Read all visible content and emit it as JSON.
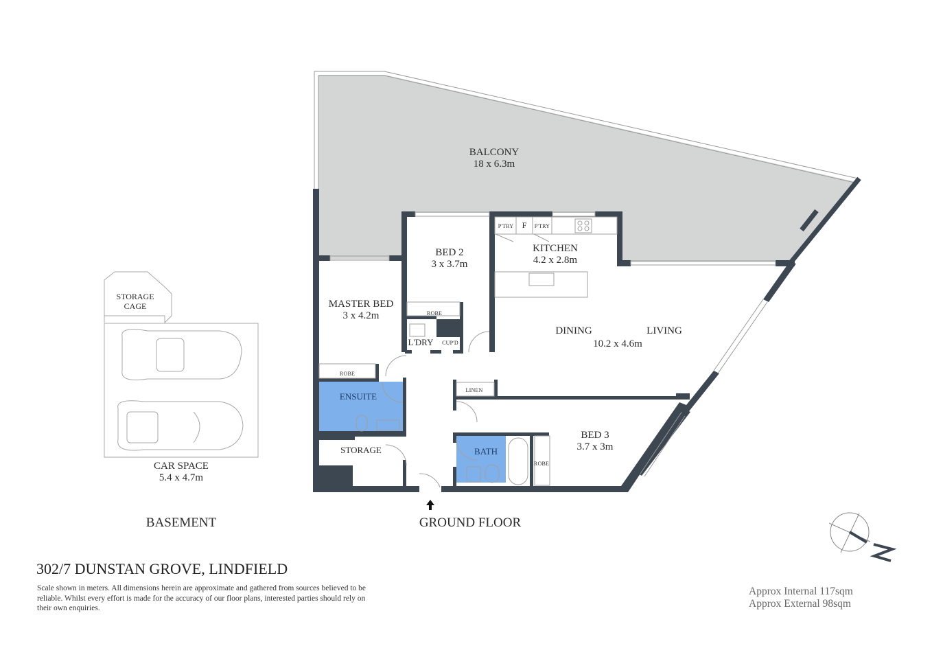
{
  "property": {
    "address": "302/7 DUNSTAN GROVE, LINDFIELD",
    "disclaimer": "Scale shown in meters. All dimensions herein are approximate and gathered from sources believed to be  reliable. Whilst every effort is made for the accuracy of our floor plans, interested parties should rely on their own enquiries.",
    "area_internal": "Approx Internal 117sqm",
    "area_external": "Approx External 98sqm"
  },
  "floors": {
    "basement": {
      "label": "BASEMENT",
      "rooms": [
        {
          "name": "STORAGE",
          "name2": "CAGE"
        },
        {
          "name": "CAR SPACE",
          "size": "5.4 x 4.7m"
        }
      ]
    },
    "ground": {
      "label": "GROUND FLOOR",
      "rooms": {
        "balcony": {
          "name": "BALCONY",
          "size": "18 x 6.3m"
        },
        "bed2": {
          "name": "BED 2",
          "size": "3 x 3.7m"
        },
        "kitchen": {
          "name": "KITCHEN",
          "size": "4.2 x 2.8m"
        },
        "master": {
          "name": "MASTER BED",
          "size": "3 x 4.2m"
        },
        "dining": {
          "name": "DINING"
        },
        "living": {
          "name": "LIVING",
          "size": "10.2 x 4.6m"
        },
        "ensuite": {
          "name": "ENSUITE"
        },
        "storage": {
          "name": "STORAGE"
        },
        "bath": {
          "name": "BATH"
        },
        "bed3": {
          "name": "BED 3",
          "size": "3.7 x 3m"
        }
      },
      "fixtures": {
        "pantry1": "P'TRY",
        "fridge": "F",
        "pantry2": "P'TRY",
        "robe_bed2": "ROBE",
        "robe_master": "ROBE",
        "robe_bed3": "ROBE",
        "laundry": "L'DRY",
        "cupboard": "CUP'D",
        "linen": "LINEN"
      }
    }
  },
  "compass": {
    "label": "N"
  },
  "colors": {
    "wall": "#3d4752",
    "balcony": "#d4d6d5",
    "wet_area": "#7eb0ec",
    "line": "#9a9a9a"
  }
}
